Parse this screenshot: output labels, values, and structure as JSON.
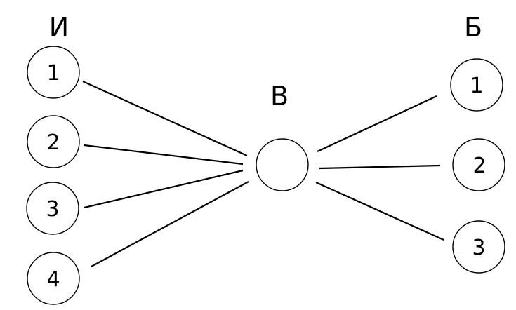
{
  "group_left": {
    "label": "И",
    "nodes": [
      "1",
      "2",
      "3",
      "4"
    ]
  },
  "center": {
    "label": "В"
  },
  "group_right": {
    "label": "Б",
    "nodes": [
      "1",
      "2",
      "3"
    ]
  },
  "colors": {
    "stroke": "#000000",
    "background": "#ffffff"
  }
}
